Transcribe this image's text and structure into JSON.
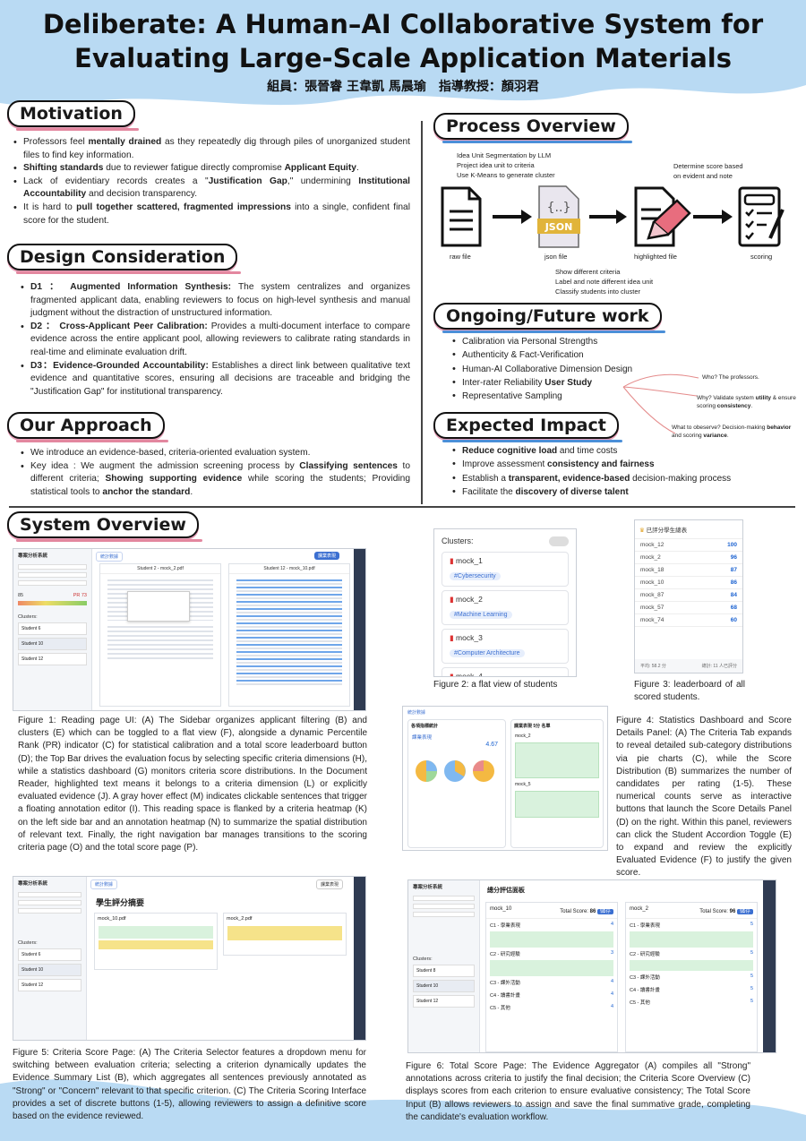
{
  "title": {
    "line1": "Deliberate: A Human–AI Collaborative System for",
    "line2": "Evaluating Large-Scale Application Materials",
    "authors": "組員：張晉睿 王韋凱 馬晨瑜　指導教授：顏羽君"
  },
  "motivation": {
    "heading": "Motivation",
    "items": [
      {
        "pre": "Professors feel ",
        "bold": "mentally drained",
        "post": " as they repeatedly dig through piles of unorganized student files to find key information."
      },
      {
        "pre": "",
        "bold": "Shifting standards",
        "post": " due to reviewer fatigue directly compromise ",
        "bold2": "Applicant Equity",
        "post2": "."
      },
      {
        "pre": "Lack of evidentiary records creates a \"",
        "bold": "Justification Gap",
        "post": ",\" undermining ",
        "bold2": "Institutional Accountability",
        "post2": " and decision transparency."
      },
      {
        "pre": "It is hard to ",
        "bold": "pull together scattered, fragmented impressions",
        "post": " into a single, confident final score for the student."
      }
    ]
  },
  "design": {
    "heading": "Design Consideration",
    "items": [
      {
        "bold": "D1 ： Augmented Information Synthesis:",
        "post": "  The system centralizes and organizes fragmented applicant data, enabling reviewers to focus on high-level synthesis and manual judgment without the distraction of unstructured information."
      },
      {
        "bold": "D2 ： Cross-Applicant Peer Calibration:",
        "post": "  Provides a multi-document interface to compare evidence across the entire applicant pool, allowing reviewers to calibrate rating standards in real-time and eliminate evaluation drift."
      },
      {
        "bold": "D3：Evidence-Grounded Accountability:",
        "post": "  Establishes a direct link between qualitative text evidence and quantitative scores, ensuring all decisions are traceable and bridging the \"Justification Gap\" for institutional transparency."
      }
    ]
  },
  "approach": {
    "heading": "Our Approach",
    "item1": "We introduce an evidence-based, criteria-oriented evaluation system.",
    "item2_pre": "Key idea : We augment the admission screening process by ",
    "item2_b1": "Classifying sentences",
    "item2_mid": " to different criteria; ",
    "item2_b2": "Showing supporting evidence",
    "item2_mid2": " while scoring the students; Providing statistical tools to ",
    "item2_b3": "anchor the standard",
    "item2_end": "."
  },
  "process": {
    "heading": "Process Overview",
    "note_top_left": [
      "Idea Unit Segmentation by LLM",
      "Project idea unit to criteria",
      "Use K-Means to generate cluster"
    ],
    "note_top_right": [
      "Determine score based",
      "on evident and note"
    ],
    "note_bottom": [
      "Show different criteria",
      "Label and note different idea unit",
      "Classify students into cluster"
    ],
    "json_label": "JSON",
    "labels": [
      "raw file",
      "json file",
      "highlighted file",
      "scoring"
    ]
  },
  "ongoing": {
    "heading": "Ongoing/Future work",
    "items": [
      "Calibration via Personal Strengths",
      "Authenticity & Fact-Verification",
      "Human-AI Collaborative Dimension Design"
    ],
    "item4_pre": "Inter-rater Reliability ",
    "item4_bold": "User Study",
    "item5": "Representative Sampling",
    "note1": "Who? The professors.",
    "note2_pre": "Why?  Validate system ",
    "note2_b1": "utility",
    "note2_mid": " & ensure scoring ",
    "note2_b2": "consistency",
    "note2_end": ".",
    "note3_pre": "What to obeserve?  Decision-making ",
    "note3_b1": "behavior",
    "note3_mid": " and scoring ",
    "note3_b2": "variance",
    "note3_end": "."
  },
  "impact": {
    "heading": "Expected Impact",
    "i1_b": "Reduce cognitive load",
    "i1_post": " and time costs",
    "i2_pre": "Improve assessment ",
    "i2_b": "consistency and fairness",
    "i3_pre": "Establish a ",
    "i3_b": "transparent, evidence-based",
    "i3_post": " decision-making process",
    "i4_pre": "Facilitate the ",
    "i4_b": "discovery of diverse talent"
  },
  "system": {
    "heading": "System Overview",
    "fig1_caption": "Figure 1: Reading page UI: (A) The Sidebar organizes applicant filtering (B) and clusters (E) which can be toggled to a flat view (F), alongside a dynamic Percentile Rank (PR) indicator (C) for statistical calibration and a total score leaderboard button (D); the Top Bar drives the evaluation focus by selecting specific criteria dimensions (H), while a statistics dashboard (G) monitors criteria score distributions. In the Document Reader, highlighted text means it belongs to a criteria dimension (L) or explicitly evaluated evidence (J). A gray hover effect (M) indicates clickable sentences that trigger a floating annotation editor (I). This reading space is flanked by a criteria heatmap (K) on the left side bar and an annotation heatmap (N) to summarize the spatial distribution of relevant text. Finally, the right navigation bar manages transitions to the scoring criteria page (O) and the total score page (P).",
    "fig2_caption": "Figure 2: a flat view of students",
    "fig3_caption": "Figure 3: leaderboard of all scored students.",
    "fig4_caption": "Figure 4: Statistics Dashboard and Score Details Panel: (A) The Criteria Tab expands to reveal detailed sub-category distributions via pie charts (C), while the Score Distribution (B) summarizes the number of candidates per rating (1-5). These numerical counts serve as interactive buttons that launch the Score Details Panel (D) on the right. Within this panel, reviewers can click the Student Accordion Toggle (E) to expand and review the explicitly Evaluated Evidence (F) to justify the given score.",
    "fig5_caption": "Figure 5: Criteria Score Page: (A) The Criteria Selector features a dropdown menu for switching between evaluation criteria; selecting a criterion dynamically updates the Evidence Summary List (B), which aggregates all sentences previously annotated as \"Strong\" or \"Concern\" relevant to that specific criterion. (C) The Criteria Scoring Interface provides a set of discrete buttons (1-5), allowing reviewers to assign a definitive score based on the evidence reviewed.",
    "fig6_caption": "Figure 6: Total Score Page: The Evidence Aggregator (A) compiles all \"Strong\" annotations across criteria to justify the final decision; the Criteria Score Overview (C) displays scores from each criterion to ensure evaluative consistency; The Total Score Input (B) allows reviewers to assign and save the final summative grade, completing the candidate's evaluation workflow."
  },
  "fig2": {
    "title": "Clusters:",
    "items": [
      {
        "name": "mock_1",
        "tag": "#Cybersecurity"
      },
      {
        "name": "mock_2",
        "tag": "#Machine Learning"
      },
      {
        "name": "mock_3",
        "tag": "#Computer Architecture"
      },
      {
        "name": "mock_4",
        "tag": ""
      }
    ]
  },
  "fig3": {
    "title": "已評分學生總表",
    "rows": [
      {
        "name": "mock_12",
        "score": "100"
      },
      {
        "name": "mock_2",
        "score": "96"
      },
      {
        "name": "mock_18",
        "score": "87"
      },
      {
        "name": "mock_10",
        "score": "86"
      },
      {
        "name": "mock_87",
        "score": "84"
      },
      {
        "name": "mock_57",
        "score": "68"
      },
      {
        "name": "mock_74",
        "score": "60"
      }
    ],
    "footer_left": "平均: 58.2 分",
    "footer_right": "總計: 11 人已評分"
  },
  "fig1": {
    "app_title": "專案分析系統",
    "dash_btn": "統計數據",
    "left_doc": "Student 2 - mock_2.pdf",
    "right_doc": "Student 12 - mock_10.pdf",
    "criteria_btn": "課業表現",
    "pr": "PR 73",
    "score": "85",
    "clusters": "Clusters:",
    "students": [
      "Student 6",
      "Student 10",
      "Student 12"
    ]
  },
  "fig4": {
    "dash_btn": "統計數據",
    "panel_title": "各項指標統計",
    "tab": "課業表現",
    "score": "4.67",
    "detail_title": "課業表現 5分 名單",
    "students": [
      "mock_2",
      "mock_5"
    ]
  },
  "fig5": {
    "app_title": "專案分析系統",
    "dash_btn": "統計數據",
    "page_title": "學生評分摘要",
    "doc1": "mock_10.pdf",
    "doc2": "mock_2.pdf",
    "criteria_btn": "課業表現",
    "clusters": "Clusters:",
    "students": [
      "Student 6",
      "Student 10",
      "Student 12"
    ]
  },
  "fig6": {
    "app_title": "專案分析系統",
    "page_title": "總分評估面板",
    "left_name": "mock_10",
    "left_score": "86",
    "right_name": "mock_2",
    "right_score": "96",
    "total_label": "Total Score:",
    "save": "儲存",
    "criteria_left": [
      "C1 - 學業表現",
      "C2 - 研究經驗",
      "C3 - 課外活動",
      "C4 - 讀書計畫",
      "C5 - 其他"
    ],
    "criteria_right": [
      "C1 - 學業表現",
      "C2 - 研究經驗",
      "C3 - 課外活動",
      "C4 - 讀書計畫",
      "C5 - 其他"
    ],
    "left_scores": [
      "4",
      "3",
      "4",
      "4",
      "4"
    ],
    "right_scores": [
      "5",
      "5",
      "5",
      "5",
      "5"
    ],
    "clusters": "Clusters:",
    "students": [
      "Student 8",
      "Student 10",
      "Student 12"
    ]
  }
}
